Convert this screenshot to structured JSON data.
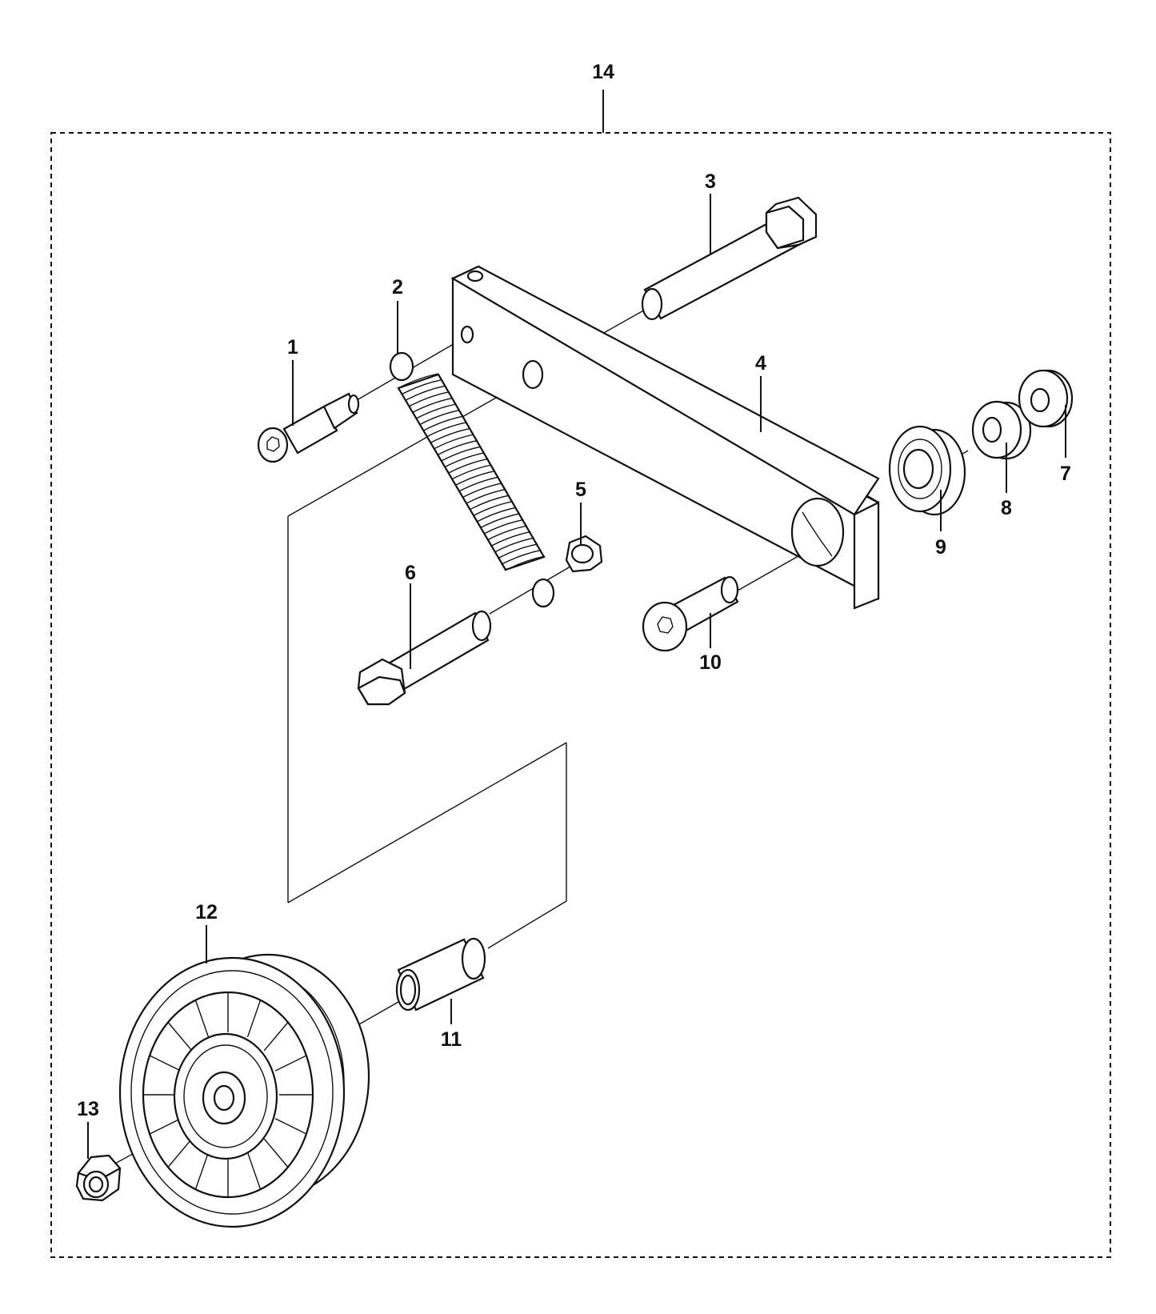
{
  "diagram": {
    "assembly_callout": "14",
    "callouts": [
      {
        "id": "c1",
        "label": "1"
      },
      {
        "id": "c2",
        "label": "2"
      },
      {
        "id": "c3",
        "label": "3"
      },
      {
        "id": "c4",
        "label": "4"
      },
      {
        "id": "c5",
        "label": "5"
      },
      {
        "id": "c6",
        "label": "6"
      },
      {
        "id": "c7",
        "label": "7"
      },
      {
        "id": "c8",
        "label": "8"
      },
      {
        "id": "c9",
        "label": "9"
      },
      {
        "id": "c10",
        "label": "10"
      },
      {
        "id": "c11",
        "label": "11"
      },
      {
        "id": "c12",
        "label": "12"
      },
      {
        "id": "c13",
        "label": "13"
      }
    ]
  }
}
